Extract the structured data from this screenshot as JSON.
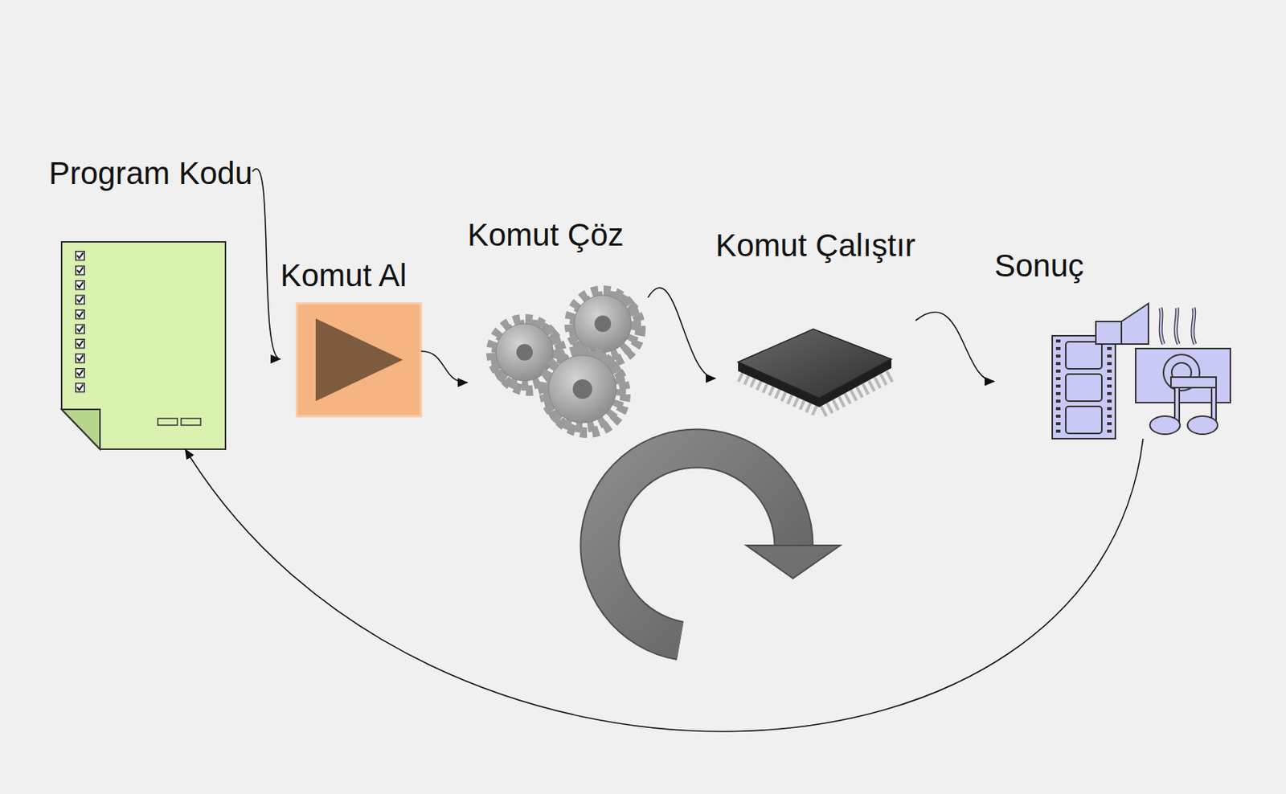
{
  "diagram": {
    "nodes": [
      {
        "text": [
          "Program Kodu"
        ]
      },
      {
        "text": [
          "Komut Al"
        ]
      },
      {
        "text": [
          "Komut Çöz"
        ]
      },
      {
        "text": [
          "Komut Çalıştır"
        ]
      },
      {
        "text": [
          "Sonuç"
        ]
      }
    ],
    "edges": [
      {
        "from": 0,
        "to": 1,
        "arrow": "to"
      },
      {
        "from": 1,
        "to": 2,
        "arrow": "to"
      },
      {
        "from": 2,
        "to": 3,
        "arrow": "to"
      },
      {
        "from": 3,
        "to": 4,
        "arrow": "to"
      },
      {
        "from": 4,
        "to": 0,
        "arrow": "to"
      }
    ]
  }
}
